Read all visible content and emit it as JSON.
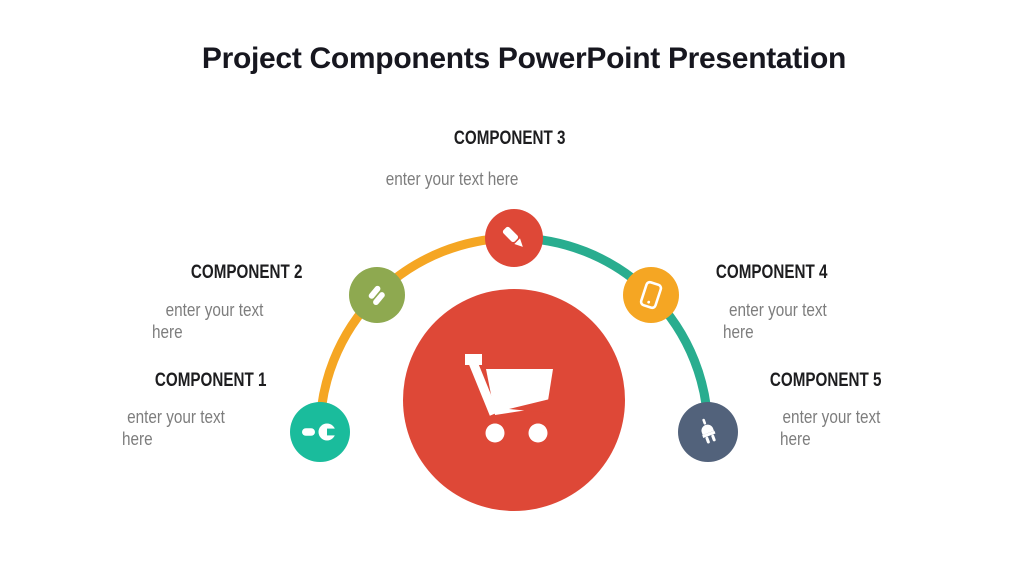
{
  "title": "Project Components PowerPoint Presentation",
  "arc": {
    "left_color": "#F5A623",
    "right_color": "#29AD8F"
  },
  "center": {
    "color": "#DE4837",
    "icon": "shopping-cart-icon"
  },
  "components": [
    {
      "label": "COMPONENT 1",
      "body": "enter your text here",
      "color": "#1ABC9C",
      "icon": "wrench-icon"
    },
    {
      "label": "COMPONENT 2",
      "body": "enter your text here",
      "color": "#8EA950",
      "icon": "binoculars-icon"
    },
    {
      "label": "COMPONENT 3",
      "body": "enter your text here",
      "color": "#DE4837",
      "icon": "pencil-icon"
    },
    {
      "label": "COMPONENT 4",
      "body": "enter your text here",
      "color": "#F5A623",
      "icon": "smartphone-icon"
    },
    {
      "label": "COMPONENT 5",
      "body": "enter your text here",
      "color": "#52627B",
      "icon": "plug-icon"
    }
  ],
  "text_colors": {
    "heading": "#17171f",
    "component_label": "#1d1d1f",
    "body_text": "#7d7d7d"
  }
}
